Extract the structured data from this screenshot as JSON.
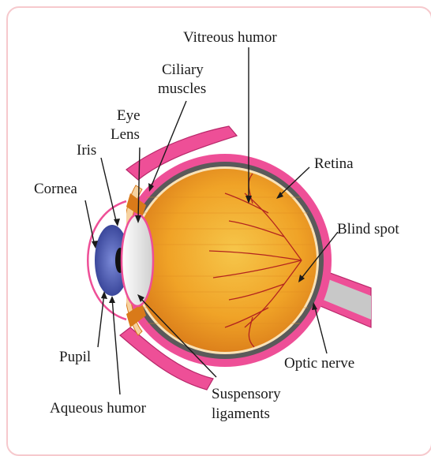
{
  "labels": {
    "vitreous_humor": "Vitreous humor",
    "ciliary_line1": "Ciliary",
    "ciliary_line2": "muscles",
    "eye_lens_line1": "Eye",
    "eye_lens_line2": "Lens",
    "iris": "Iris",
    "cornea": "Cornea",
    "retina": "Retina",
    "blind_spot": "Blind spot",
    "pupil": "Pupil",
    "optic_nerve": "Optic nerve",
    "aqueous_humor": "Aqueous humor",
    "suspensory_line1": "Suspensory",
    "suspensory_line2": "ligaments"
  },
  "colors": {
    "sclera_pink": "#ee4f97",
    "choroid_gray": "#5a5a5a",
    "vitreous_orange": "#f0a327",
    "vessel_red": "#b3241f",
    "iris_blue": "#4f5fb6",
    "lens_white": "#f2f2f2",
    "nerve_gray": "#c8c8c8",
    "frame_pink": "#f6c9cd"
  }
}
